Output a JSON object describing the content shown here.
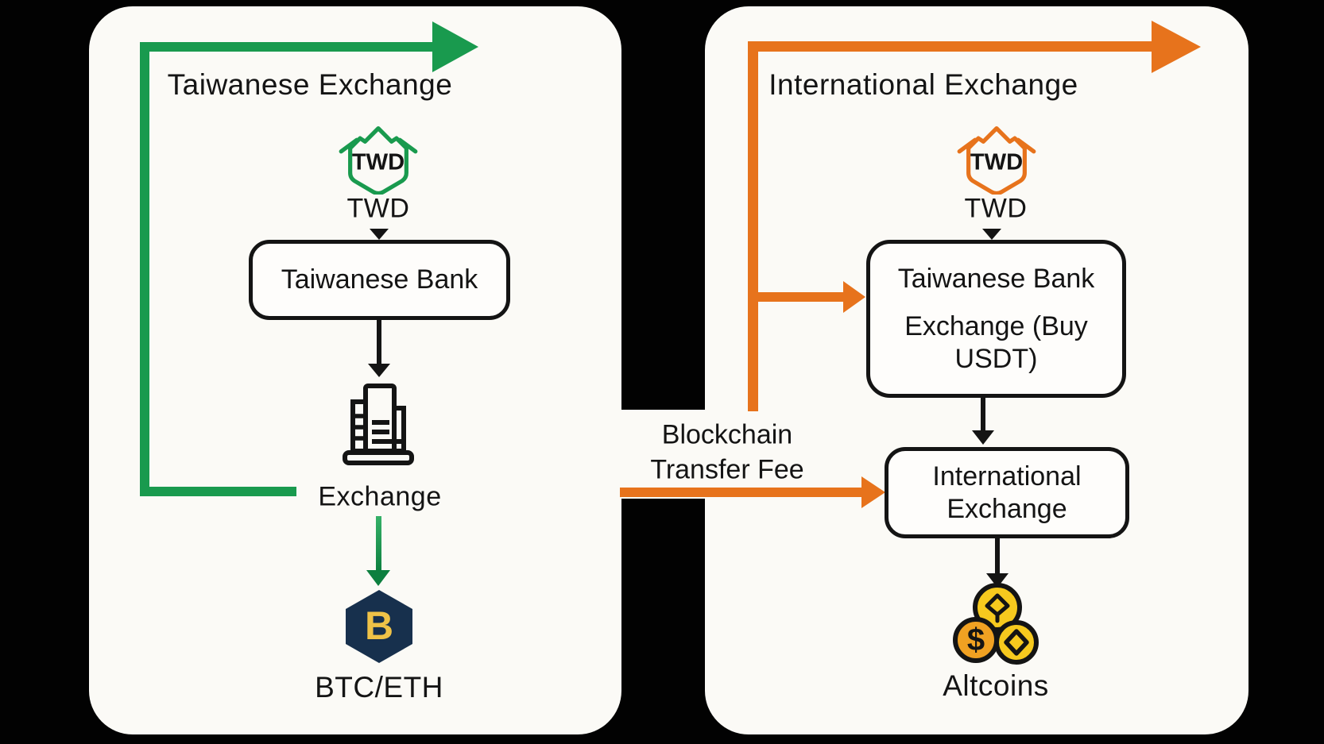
{
  "colors": {
    "background": "#020202",
    "panel": "#fbfaf6",
    "green": "#199a4e",
    "green-dark": "#0d7f3f",
    "orange": "#e7731c",
    "ink": "#141414",
    "navy": "#17304d",
    "gold": "#efc247",
    "coin-gold": "#f6c91e",
    "coin-orange": "#f0a122"
  },
  "left_panel": {
    "title": "Taiwanese Exchange",
    "badge_label": "TWD",
    "currency_label": "TWD",
    "bank_box_label": "Taiwanese Bank",
    "exchange_label": "Exchange",
    "crypto_symbol": "B",
    "crypto_label": "BTC/ETH"
  },
  "right_panel": {
    "title": "International Exchange",
    "badge_label": "TWD",
    "currency_label": "TWD",
    "bank_box_line1": "Taiwanese Bank",
    "bank_box_line2": "Exchange (Buy USDT)",
    "intl_box_label": "International Exchange",
    "coin_symbol": "$",
    "altcoins_label": "Altcoins"
  },
  "bridge": {
    "line1": "Blockchain",
    "line2": "Transfer Fee"
  }
}
